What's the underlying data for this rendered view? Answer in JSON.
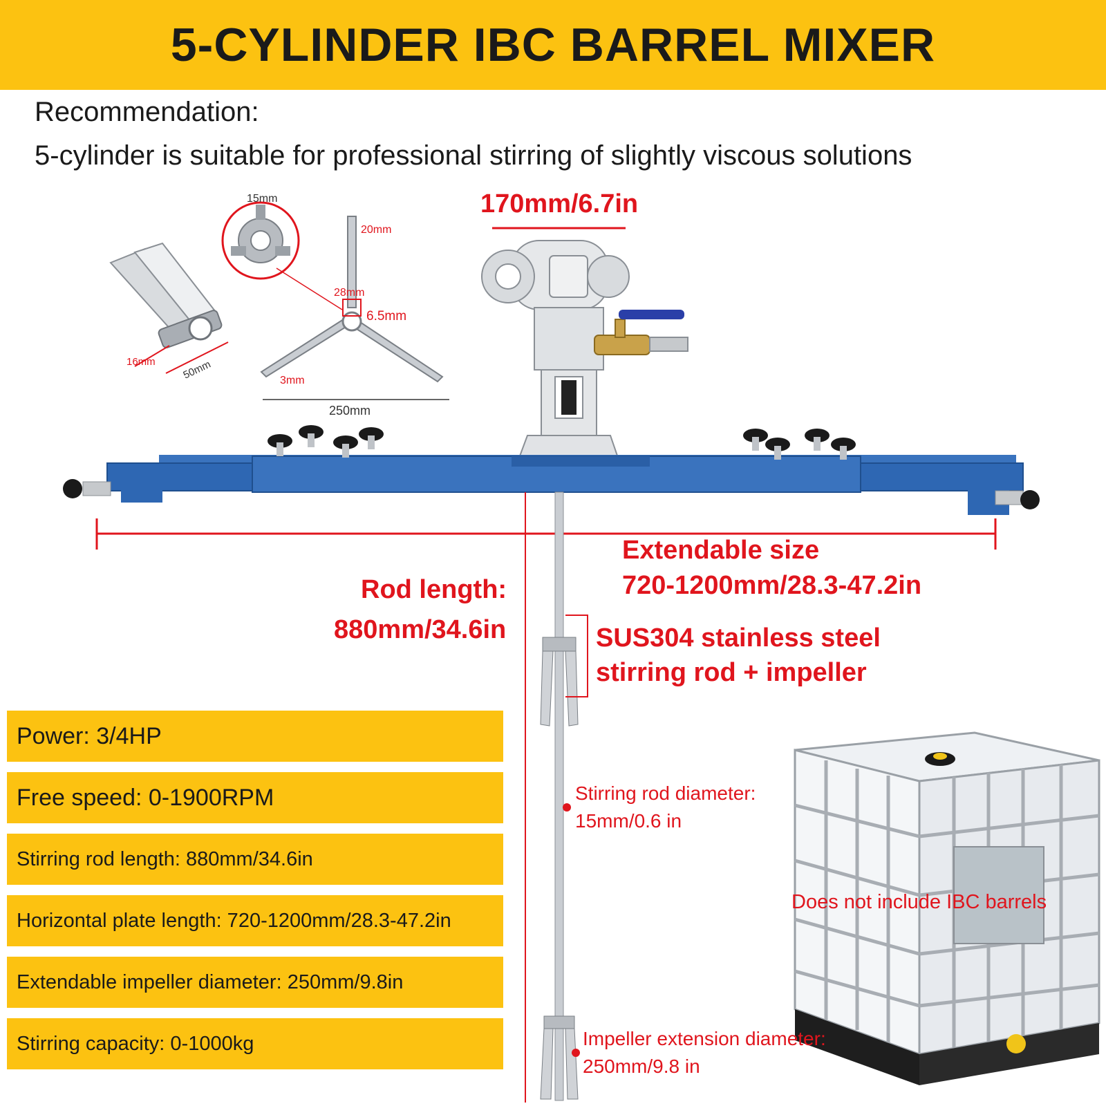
{
  "header": {
    "title": "5-CYLINDER IBC BARREL MIXER"
  },
  "recommendation": {
    "heading": "Recommendation:",
    "text": "5-cylinder is suitable for professional stirring of slightly viscous solutions"
  },
  "callouts": {
    "motor_width": "170mm/6.7in",
    "extendable_title": "Extendable size",
    "extendable_value": "720-1200mm/28.3-47.2in",
    "rod_length_title": "Rod length:",
    "rod_length_value": "880mm/34.6in",
    "rod_material_line1": "SUS304 stainless steel",
    "rod_material_line2": "stirring rod + impeller",
    "rod_diameter_title": "Stirring rod diameter:",
    "rod_diameter_value": "15mm/0.6 in",
    "impeller_title": "Impeller extension diameter:",
    "impeller_value": "250mm/9.8 in",
    "ibc_note": "Does not include IBC barrels"
  },
  "detail_dims": {
    "hub_bore": "15mm",
    "blade_tip": "20mm",
    "hub_width": "28mm",
    "hub_pin": "6.5mm",
    "blade_thickness": "3mm",
    "impeller_span": "250mm",
    "clamp_a": "16mm",
    "clamp_b": "50mm"
  },
  "specs": [
    {
      "label": "Power: 3/4HP"
    },
    {
      "label": "Free speed: 0-1900RPM"
    },
    {
      "label": "Stirring rod length: 880mm/34.6in"
    },
    {
      "label": "Horizontal plate length: 720-1200mm/28.3-47.2in"
    },
    {
      "label": "Extendable impeller diameter: 250mm/9.8in"
    },
    {
      "label": "Stirring capacity: 0-1000kg"
    }
  ],
  "colors": {
    "band": "#fcc211",
    "annotation_red": "#e0151d",
    "frame_blue": "#2e67b3",
    "steel": "#c9cdd2"
  }
}
